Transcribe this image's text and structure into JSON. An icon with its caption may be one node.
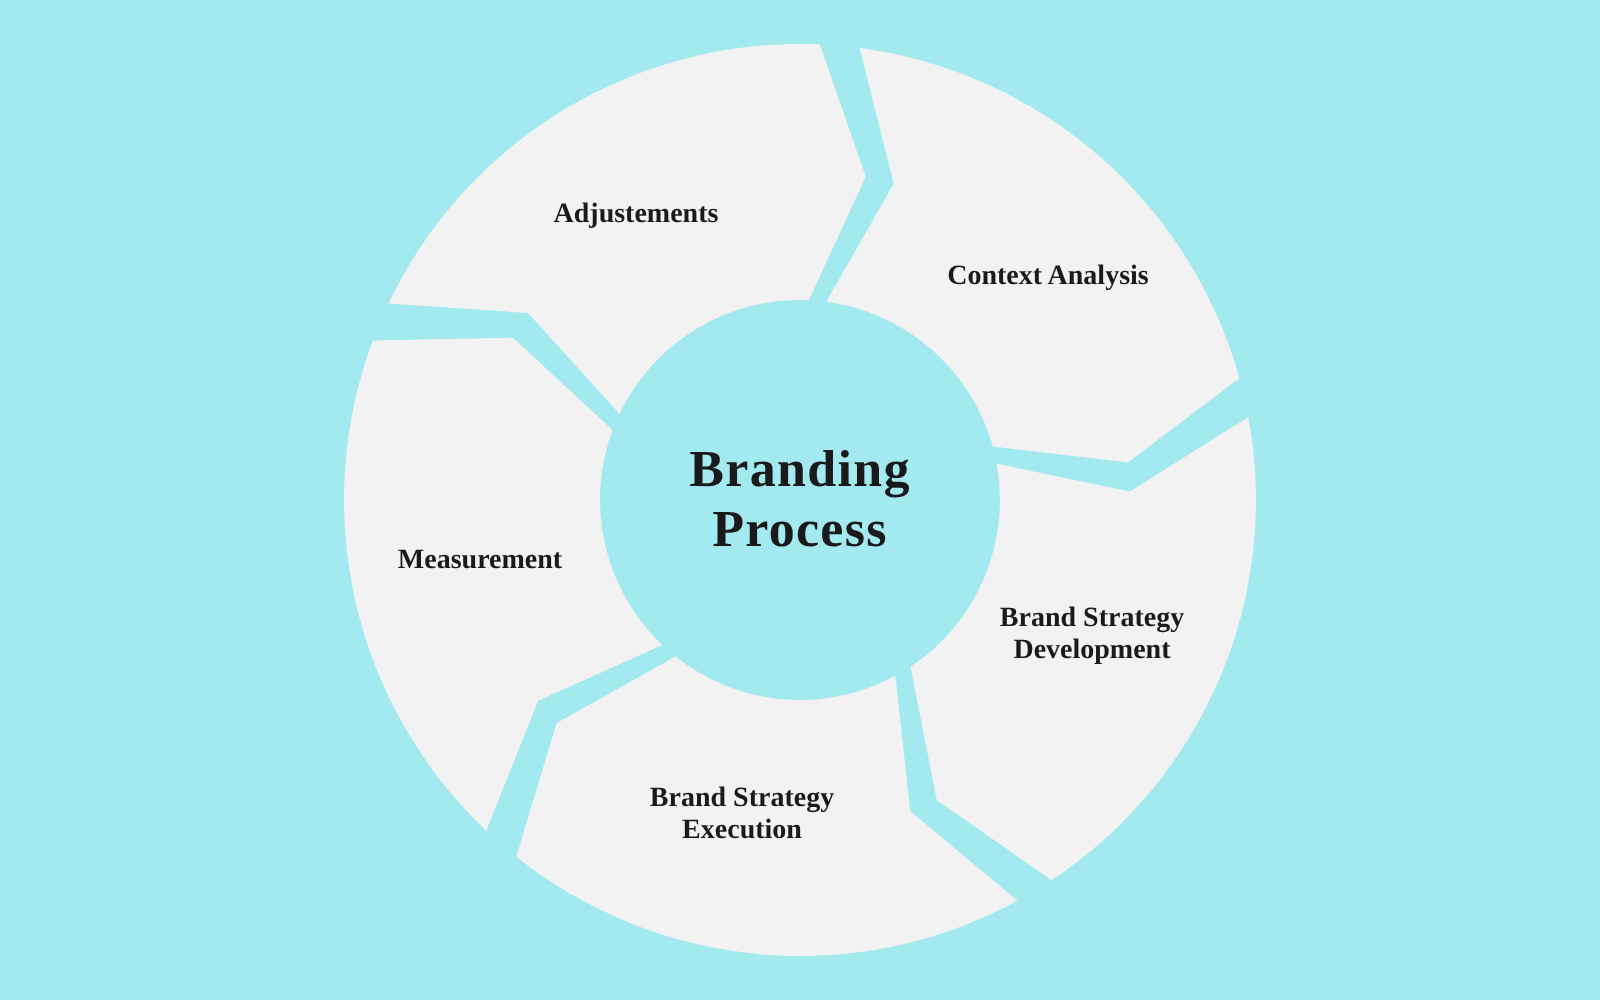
{
  "diagram": {
    "nodes": [
      {
        "text": [
          "Branding Process"
        ]
      },
      {
        "text": [
          "Context Analysis"
        ]
      },
      {
        "text": [
          "Brand Strategy Development"
        ]
      },
      {
        "text": [
          "Brand Strategy Execution"
        ]
      },
      {
        "text": [
          "Measurement"
        ]
      },
      {
        "text": [
          "Adjustements"
        ]
      }
    ]
  }
}
